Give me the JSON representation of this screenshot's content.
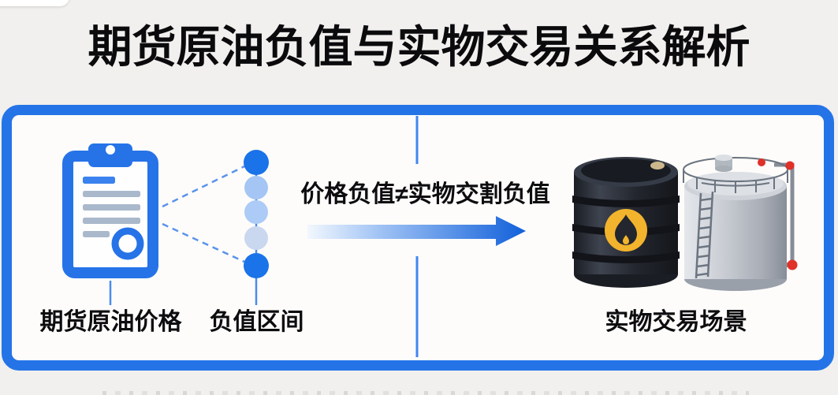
{
  "title": "期货原油负值与实物交易关系解析",
  "diagram": {
    "futures_price": {
      "label": "期货原油价格",
      "icon": "clipboard-icon"
    },
    "negative_range": {
      "label": "负值区间",
      "icon": "negative-range-chain-icon"
    },
    "relation": {
      "text": "价格负值≠实物交割负值",
      "icon": "arrow-right-icon"
    },
    "physical_scene": {
      "label": "实物交易场景",
      "icons": [
        "oil-barrel-icon",
        "storage-tank-icon"
      ]
    }
  },
  "colors": {
    "accent_blue": "#2574e7",
    "link_blue": "#5b93ea",
    "chain_dark_blue": "#1a73e8",
    "chain_light_blue": "#a5c6f4",
    "chain_pale_blue": "#c9d7ef",
    "panel_background": "#fdfcfa",
    "page_background": "#f1f0ee",
    "title_color": "#0b0b0d",
    "barrel_black": "#23262e",
    "flame_yellow": "#f2b42d",
    "tank_gray": "#b8bdc5",
    "valve_red": "#e03028"
  }
}
